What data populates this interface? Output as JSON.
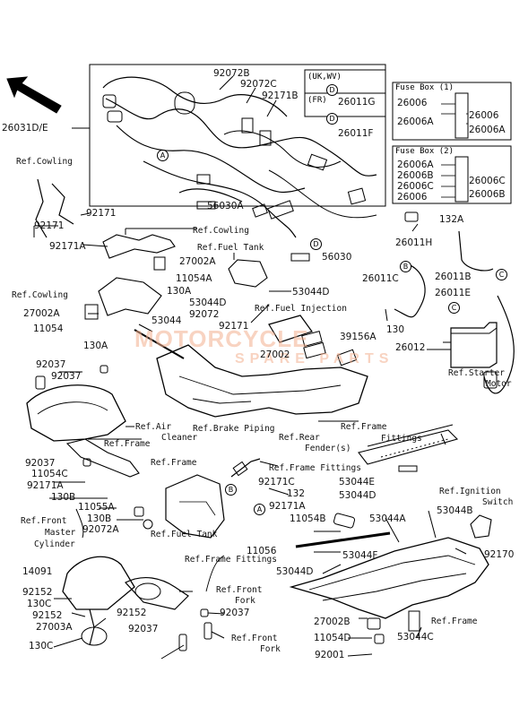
{
  "labels": {
    "l92072b": "92072B",
    "l92072c": "92072C",
    "l92171b": "92171B",
    "l26031": "26031D/E",
    "l26011g": "26011G",
    "l26011f": "26011F",
    "l56030a": "56030A",
    "l56030": "56030",
    "fb1_26006": "26006",
    "fb1_26006a_l": "26006A",
    "fb1_26006_r": "26006",
    "fb1_26006a_r": "26006A",
    "fb2_26006a": "26006A",
    "fb2_26006b": "26006B",
    "fb2_26006c": "26006C",
    "fb2_26006": "26006",
    "fb2_26006c_r": "26006C",
    "fb2_26006b_r": "26006B",
    "l92171_1": "92171",
    "l92171_2": "92171",
    "l92171a_1": "92171A",
    "l27002a_1": "27002A",
    "l11054a": "11054A",
    "l130a_1": "130A",
    "l27002a_2": "27002A",
    "l11054": "11054",
    "l130a_2": "130A",
    "l53044": "53044",
    "l53044d_1": "53044D",
    "l92072": "92072",
    "l92171_3": "92171",
    "l53044d_2": "53044D",
    "l26011h": "26011H",
    "l132a": "132A",
    "l26011c": "26011C",
    "l26011b": "26011B",
    "l26011e": "26011E",
    "l130": "130",
    "l39156a": "39156A",
    "l27002": "27002",
    "l26012": "26012",
    "l92037_1": "92037",
    "l92037_2": "92037",
    "l92037_3": "92037",
    "l11054c": "11054C",
    "l92171a_2": "92171A",
    "l130b_1": "130B",
    "l11055a": "11055A",
    "l130b_2": "130B",
    "l92072a": "92072A",
    "l14091": "14091",
    "l92152_1": "92152",
    "l130c_1": "130C",
    "l92152_2": "92152",
    "l27003a": "27003A",
    "l130c_2": "130C",
    "l92152_3": "92152",
    "l92037_4": "92037",
    "l92037_5": "92037",
    "l92171c": "92171C",
    "l132": "132",
    "l92171a_3": "92171A",
    "l53044e": "53044E",
    "l53044d_3": "53044D",
    "l11054b": "11054B",
    "l53044a": "53044A",
    "l53044b": "53044B",
    "l11056": "11056",
    "l53044d_4": "53044D",
    "l53044f": "53044F",
    "l92170": "92170",
    "l27002b": "27002B",
    "l11054d": "11054D",
    "l92001": "92001",
    "l53044c": "53044C"
  },
  "refs": {
    "cowling1": "Ref.Cowling",
    "cowling2": "Ref.Cowling",
    "cowling3": "Ref.Cowling",
    "fueltank1": "Ref.Fuel Tank",
    "fuelinj": "Ref.Fuel Injection",
    "starter1": "Ref.Starter",
    "starter2": "Motor",
    "aircleaner1": "Ref.Air",
    "aircleaner2": "Cleaner",
    "brake": "Ref.Brake Piping",
    "rearfender1": "Ref.Rear",
    "rearfender2": "Fender(s)",
    "framefit1": "Ref.Frame",
    "framefit2": "Fittings",
    "frame1": "Ref.Frame",
    "frame2": "Ref.Frame",
    "framefit3": "Ref.Frame Fittings",
    "ignition1": "Ref.Ignition",
    "ignition2": "Switch",
    "frontmaster1": "Ref.Front",
    "frontmaster2": "Master",
    "frontmaster3": "Cylinder",
    "fueltank2": "Ref.Fuel Tank",
    "framefit4": "Ref.Frame Fittings",
    "frontfork1": "Ref.Front",
    "frontfork2": "Fork",
    "frame3": "Ref.Frame",
    "frontfork3": "Ref.Front",
    "frontfork4": "Fork"
  },
  "boxes": {
    "ukwv": "(UK,WV)",
    "fr": "(FR)",
    "fusebox1": "Fuse Box (1)",
    "fusebox2": "Fuse Box (2)"
  },
  "callouts": {
    "a": "A",
    "b": "B",
    "c": "C",
    "d": "D"
  },
  "watermark": {
    "line1": "MOTORCYCLE",
    "line2": "SPARE PARTS"
  }
}
